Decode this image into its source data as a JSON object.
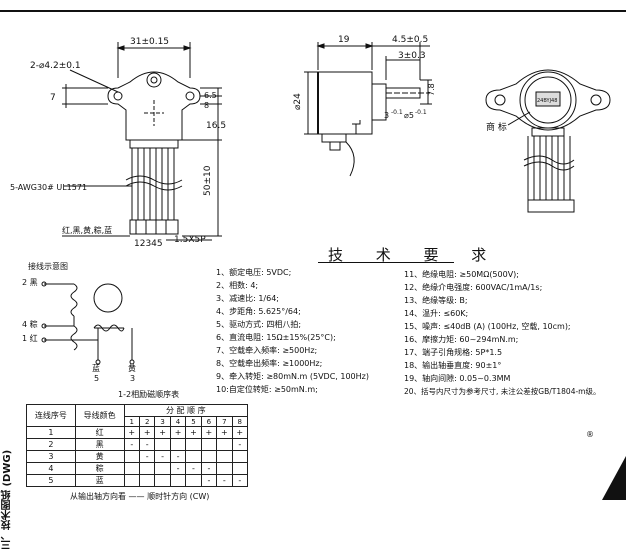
{
  "drawing": {
    "front": {
      "dim_width": "31±0.15",
      "dim_holes": "2-⌀4.2±0.1",
      "dim_left": "7",
      "dim_r1": "6.5",
      "dim_r2": "8",
      "dim_r3": "16.5",
      "dim_r4": "50±10",
      "cable_label": "5-AWG30# UL1571",
      "wire_label": "红,黑,黄,粽,蓝",
      "pins": "12345",
      "pitch": "1.5X5P"
    },
    "side": {
      "dim_len": "19",
      "dim_shaft": "4.5±0.5",
      "dim_flat": "3±0.3",
      "dim_dia": "⌀24",
      "dim_shaft_dia": "⌀5",
      "dim_shaft_tol": "-0.1",
      "dim_flat2": "3",
      "dim_flat2_tol": "-0.1",
      "dim_right": "7.8"
    },
    "label_view": {
      "label": "商 标",
      "badge": "24BYJ48"
    }
  },
  "wiring": {
    "title": "接线示意图",
    "left_labels": [
      "2 黑",
      "4 粽",
      "1 红"
    ],
    "bottom_labels": [
      "蓝",
      "5",
      "黄",
      "3"
    ]
  },
  "spec": {
    "title": "技 术 要 求",
    "left": [
      "1、额定电压: 5VDC;",
      "2、相数: 4;",
      "3、减速比: 1/64;",
      "4、步距角: 5.625°/64;",
      "5、驱动方式: 四相八拍;",
      "6、直流电阻: 15Ω±15%(25°C);",
      "7、空载牵入频率: ≥500Hz;",
      "8、空载牵出频率: ≥1000Hz;",
      "9、牵入转矩: ≥80mN.m (5VDC, 100Hz)",
      "10:自定位转矩: ≥50mN.m;"
    ],
    "right": [
      "11、绝缘电阻: ≥50MΩ(500V);",
      "12、绝缘介电强度: 600VAC/1mA/1s;",
      "13、绝缘等级: B;",
      "14、温升: ≤60K;",
      "15、噪声: ≤40dB (A) (100Hz, 空载, 10cm);",
      "16、摩擦力矩: 60~294mN.m;",
      "17、端子引角规格: 5P*1.5",
      "18、输出轴垂直度: 90±1°",
      "19、轴向间隙: 0.05~0.3MM",
      "20、括号内尺寸为参考尺寸, 未注公差按GB/T1804-m级。"
    ]
  },
  "table": {
    "caption": "1-2相励磁顺序表",
    "col_seq": "连线序号",
    "col_color": "导线颜色",
    "col_dist": "分 配 顺 序",
    "steps": [
      "1",
      "2",
      "3",
      "4",
      "5",
      "6",
      "7",
      "8"
    ],
    "rows": [
      {
        "no": "1",
        "color": "红",
        "cells": [
          "+",
          "+",
          "+",
          "+",
          "+",
          "+",
          "+",
          "+"
        ]
      },
      {
        "no": "2",
        "color": "黑",
        "cells": [
          "-",
          "-",
          "",
          "",
          "",
          "",
          "",
          "-"
        ]
      },
      {
        "no": "3",
        "color": "黄",
        "cells": [
          "",
          "-",
          "-",
          "-",
          "",
          "",
          "",
          ""
        ]
      },
      {
        "no": "4",
        "color": "粽",
        "cells": [
          "",
          "",
          "",
          "-",
          "-",
          "-",
          "",
          ""
        ]
      },
      {
        "no": "5",
        "color": "蓝",
        "cells": [
          "",
          "",
          "",
          "",
          "",
          "-",
          "-",
          "-"
        ]
      }
    ],
    "footnote": "从输出轴方向看 —— 顺时针方向 (CW)"
  },
  "side_label": "三、技术图纸 (DWG)",
  "registered": "®"
}
